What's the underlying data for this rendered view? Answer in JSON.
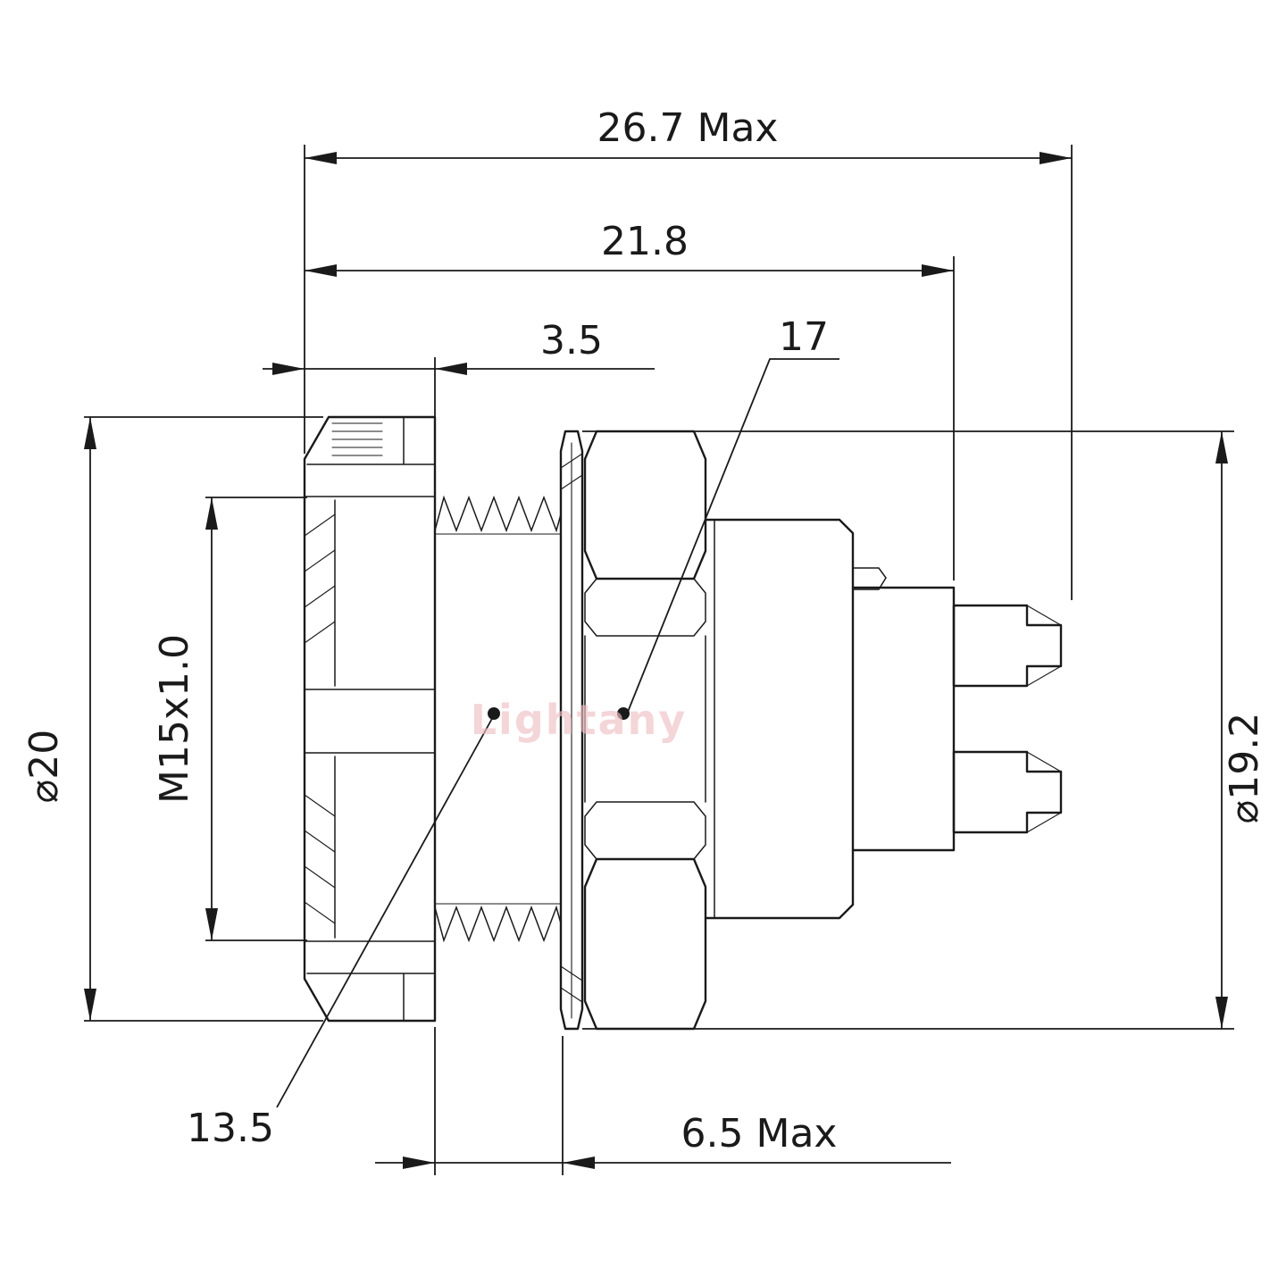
{
  "drawing": {
    "watermark": "Lightany",
    "dimensions": {
      "overall_length": "26.7 Max",
      "body_length": "21.8",
      "flange_thickness": "3.5",
      "hex_across_flats": "17",
      "front_diameter": "⌀20",
      "thread_spec": "M15x1.0",
      "nut_diameter": "⌀19.2",
      "thread_length": "13.5",
      "panel_thickness_max": "6.5 Max"
    },
    "colors": {
      "line_color": "#1a1a1a",
      "watermark_color": "#efc0c4",
      "background": "#ffffff"
    }
  }
}
